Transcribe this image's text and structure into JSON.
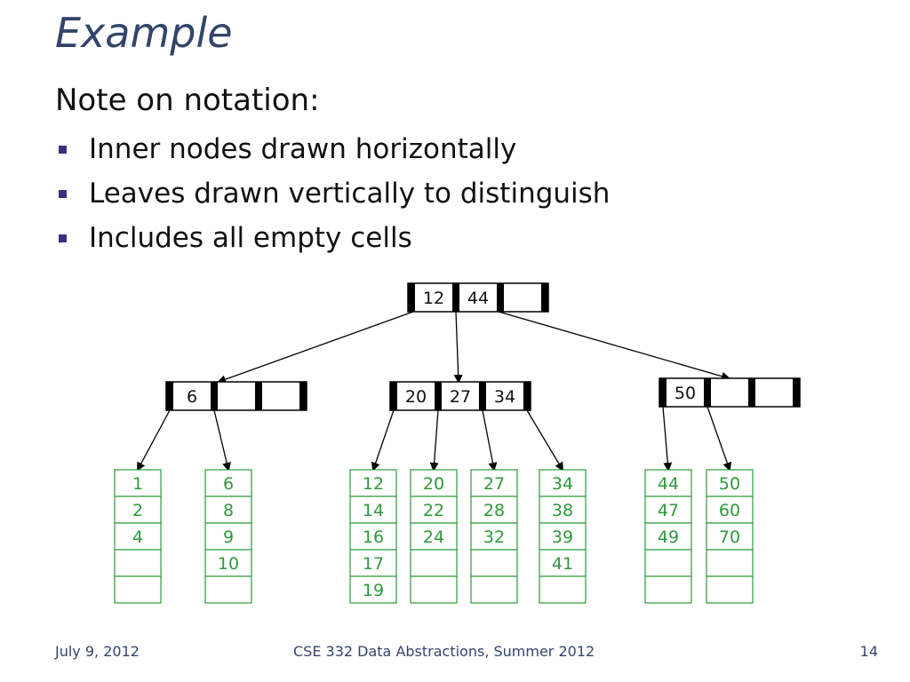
{
  "slide": {
    "title": "Example",
    "subtitle": "Note on notation:",
    "bullets": [
      "Inner nodes drawn horizontally",
      "Leaves drawn vertically to distinguish",
      "Includes all empty cells"
    ],
    "footer": {
      "date": "July 9, 2012",
      "course": "CSE 332 Data Abstractions, Summer 2012",
      "page": "14"
    }
  },
  "tree": {
    "root": {
      "keys": [
        "12",
        "44",
        ""
      ]
    },
    "inner": [
      {
        "keys": [
          "6",
          "",
          ""
        ]
      },
      {
        "keys": [
          "20",
          "27",
          "34"
        ]
      },
      {
        "keys": [
          "50",
          "",
          ""
        ]
      }
    ],
    "leaves": [
      {
        "values": [
          "1",
          "2",
          "4",
          "",
          ""
        ]
      },
      {
        "values": [
          "6",
          "8",
          "9",
          "10",
          ""
        ]
      },
      {
        "values": [
          "12",
          "14",
          "16",
          "17",
          "19"
        ]
      },
      {
        "values": [
          "20",
          "22",
          "24",
          "",
          ""
        ]
      },
      {
        "values": [
          "27",
          "28",
          "32",
          "",
          ""
        ]
      },
      {
        "values": [
          "34",
          "38",
          "39",
          "41",
          ""
        ]
      },
      {
        "values": [
          "44",
          "47",
          "49",
          "",
          ""
        ]
      },
      {
        "values": [
          "50",
          "60",
          "70",
          "",
          ""
        ]
      }
    ],
    "colors": {
      "node_border": "#000000",
      "leaf_border": "#2e9a3a",
      "leaf_text": "#2e9a3a",
      "title": "#34446b",
      "bullet": "#3c2f7a"
    }
  }
}
